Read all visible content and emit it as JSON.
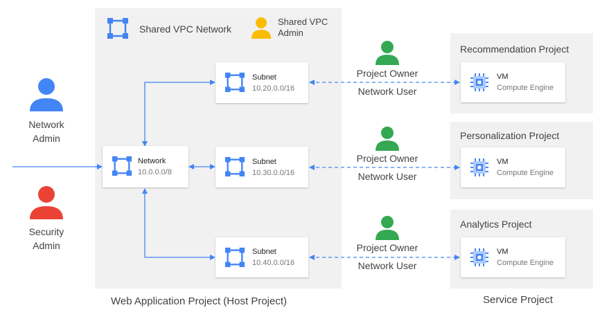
{
  "host_project": {
    "caption": "Web Application Project (Host Project)",
    "shared_vpc_label": "Shared VPC Network",
    "shared_vpc_admin_label": "Shared VPC\nAdmin",
    "network": {
      "title": "Network",
      "cidr": "10.0.0.0/8"
    },
    "subnets": [
      {
        "title": "Subnet",
        "cidr": "10.20.0.0/16"
      },
      {
        "title": "Subnet",
        "cidr": "10.30.0.0/16"
      },
      {
        "title": "Subnet",
        "cidr": "10.40.0.0/16"
      }
    ]
  },
  "admins": {
    "network_admin": "Network\nAdmin",
    "security_admin": "Security\nAdmin"
  },
  "roles": {
    "project_owner": "Project Owner",
    "network_user": "Network User"
  },
  "service_project": {
    "caption": "Service Project",
    "projects": [
      {
        "name": "Recommendation Project",
        "vm_title": "VM",
        "vm_sub": "Compute Engine"
      },
      {
        "name": "Personalization Project",
        "vm_title": "VM",
        "vm_sub": "Compute Engine"
      },
      {
        "name": "Analytics Project",
        "vm_title": "VM",
        "vm_sub": "Compute Engine"
      }
    ]
  },
  "colors": {
    "network_admin": "#4285f4",
    "security_admin": "#ea4335",
    "shared_vpc_admin": "#fbbc05",
    "project_owner": "#34a853",
    "line": "#4285f4",
    "icon": "#4285f4",
    "panel": "#f1f1f1"
  },
  "icons": {
    "network": "vpc-network-icon",
    "vm": "compute-engine-icon",
    "person": "person-icon"
  }
}
